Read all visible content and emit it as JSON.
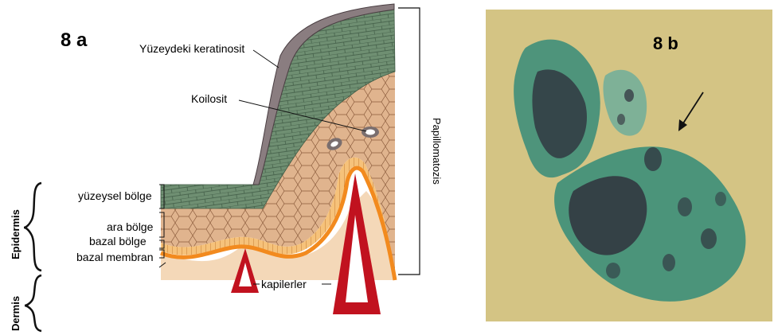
{
  "panel_a": {
    "label": "8 a",
    "labels": {
      "keratinocyte": "Yüzeydeki keratinosit",
      "koilocyte": "Koilosit",
      "superficial": "yüzeysel bölge",
      "intermediate": "ara bölge",
      "basal_zone": "bazal bölge",
      "basement_membrane": "bazal membran",
      "capillaries": "kapilerler",
      "papillomatosis": "Papillomatozis",
      "epidermis": "Epidermis",
      "dermis": "Dermis"
    },
    "colors": {
      "keratin_layer": "#8a7d80",
      "superficial_cells": "#6f8f72",
      "intermediate_cells": "#e0b48e",
      "basal_membrane": "#f28a1e",
      "capillary": "#c1121f"
    }
  },
  "panel_b": {
    "label": "8 b",
    "colors": {
      "background": "#d8c98a",
      "cytoplasm": "#3f8f7a",
      "nucleus": "#2e2c3a"
    }
  }
}
